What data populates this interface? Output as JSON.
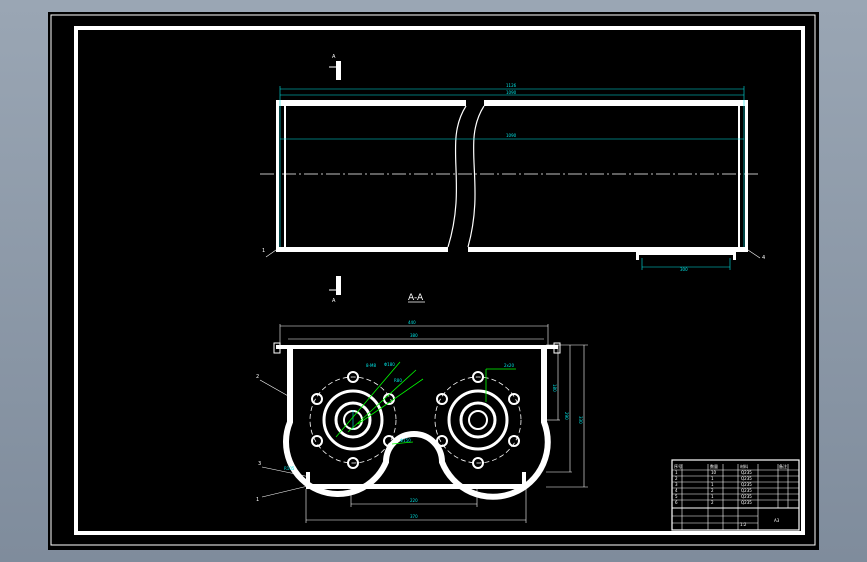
{
  "section_label": "A-A",
  "cut_mark_top": "A",
  "cut_mark_bottom": "A",
  "top_view": {
    "dim_overall": "1126",
    "dim_inner": "1090",
    "dim_mid": "1090",
    "dim_foot": "300",
    "callout_left": "1",
    "callout_right": "4"
  },
  "section_view": {
    "dim_top_outer": "440",
    "dim_top_inner": "380",
    "dim_bottom_inner": "220",
    "dim_bottom_outer": "370",
    "dim_right_1": "180",
    "dim_right_2": "290",
    "dim_right_3": "330",
    "note_bolts": "8-M8",
    "note_circle": "Φ180",
    "note_r": "R80",
    "note_d": "Φ150",
    "note_x": "R105",
    "note_s": "2x20",
    "callouts": [
      "2",
      "3",
      "1"
    ]
  },
  "title_block": {
    "rows": [
      [
        "1",
        "",
        "10",
        "",
        "Q235",
        ""
      ],
      [
        "2",
        "",
        "1",
        "",
        "Q235",
        ""
      ],
      [
        "3",
        "",
        "1",
        "",
        "Q235",
        ""
      ],
      [
        "4",
        "",
        "2",
        "",
        "Q235",
        ""
      ],
      [
        "5",
        "",
        "1",
        "",
        "Q235",
        ""
      ],
      [
        "6",
        "",
        "2",
        "",
        "Q235",
        ""
      ],
      [
        "序号",
        "",
        "数量",
        "",
        "材料",
        "备注"
      ]
    ],
    "lower_left": "1:2",
    "lower_right": "A3"
  }
}
